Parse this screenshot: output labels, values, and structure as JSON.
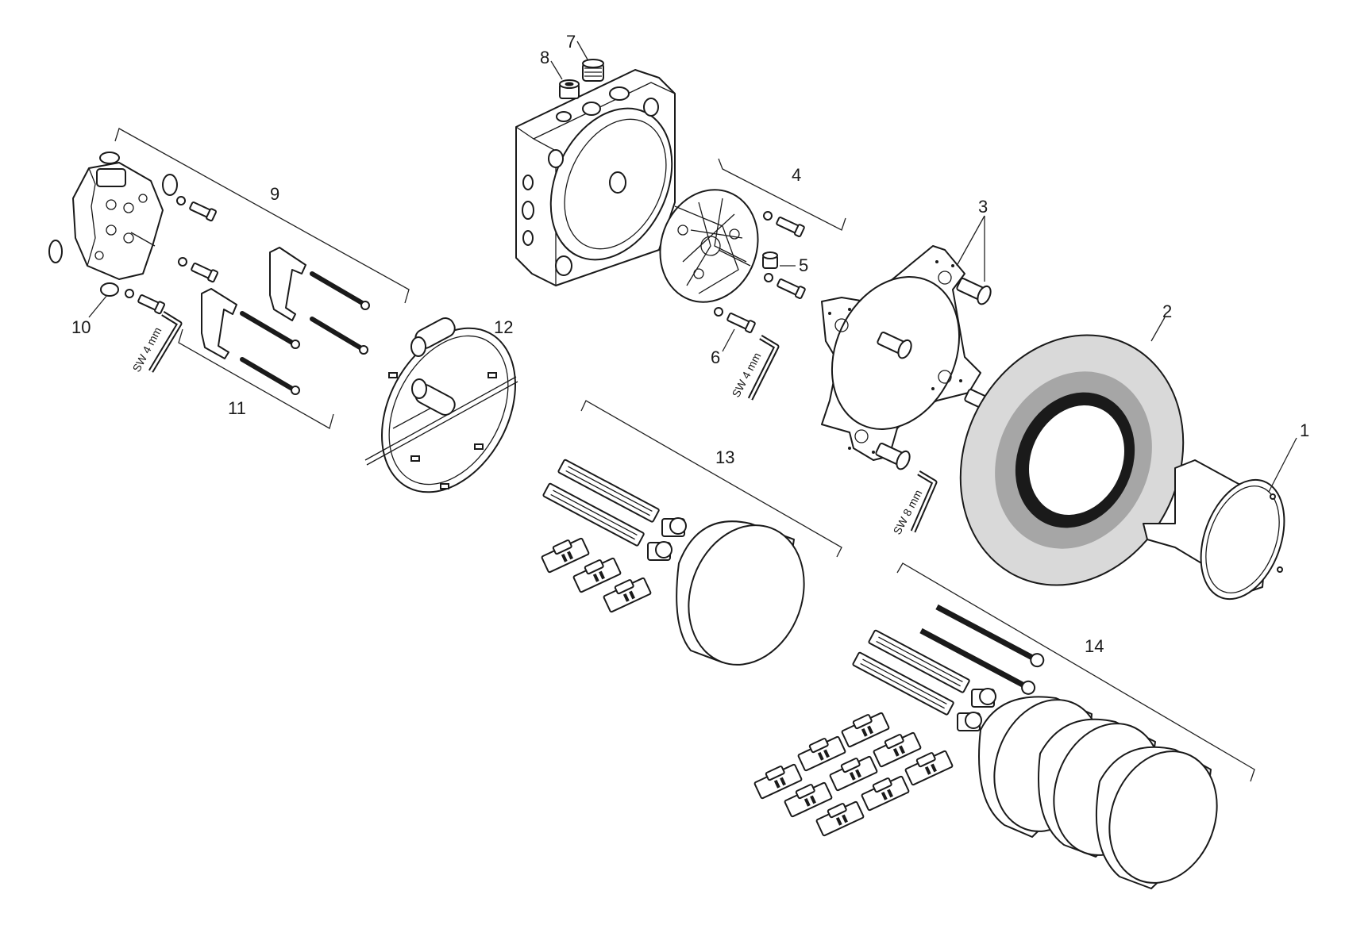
{
  "diagram": {
    "part_numbers": [
      {
        "id": "1",
        "label": "1"
      },
      {
        "id": "2",
        "label": "2"
      },
      {
        "id": "3",
        "label": "3"
      },
      {
        "id": "4",
        "label": "4"
      },
      {
        "id": "5",
        "label": "5"
      },
      {
        "id": "6",
        "label": "6"
      },
      {
        "id": "7",
        "label": "7"
      },
      {
        "id": "8",
        "label": "8"
      },
      {
        "id": "9",
        "label": "9"
      },
      {
        "id": "10",
        "label": "10"
      },
      {
        "id": "11",
        "label": "11"
      },
      {
        "id": "12",
        "label": "12"
      },
      {
        "id": "13",
        "label": "13"
      },
      {
        "id": "14",
        "label": "14"
      }
    ],
    "tool_labels": {
      "left": "SW 4 mm",
      "middle": "SW 4 mm",
      "right": "SW 8 mm"
    },
    "colors": {
      "line": "#1a1a1a",
      "ring_light": "#d9d9d9",
      "ring_mid": "#a6a6a6",
      "ring_dark": "#1a1a1a"
    }
  }
}
